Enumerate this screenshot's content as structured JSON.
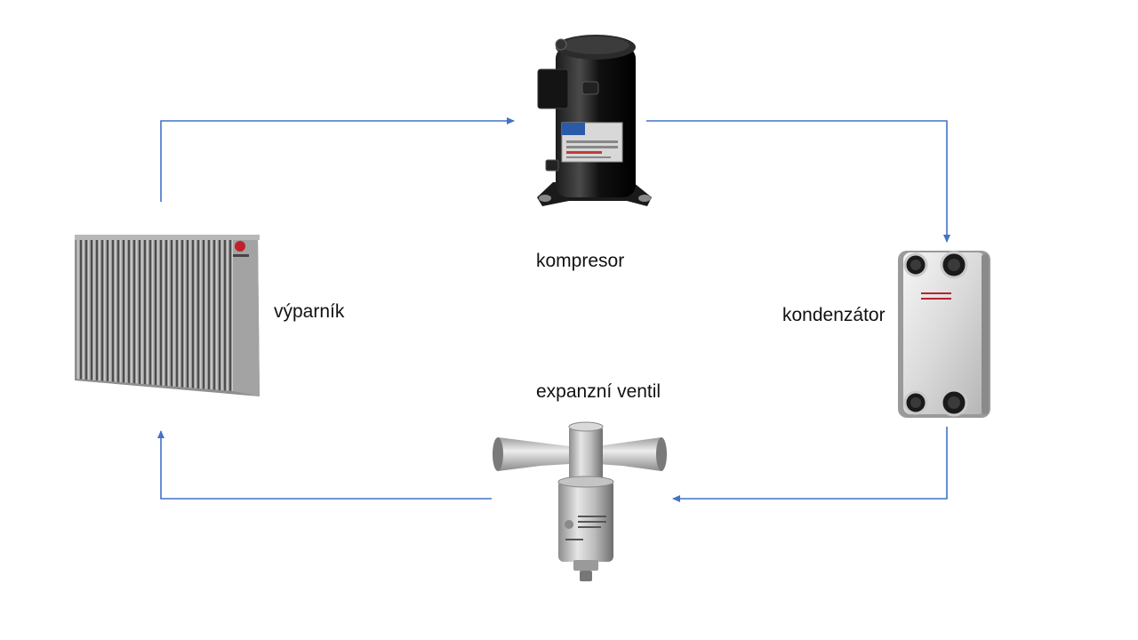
{
  "labels": {
    "compressor": "kompresor",
    "evaporator": "výparník",
    "condenser": "kondenzátor",
    "valve": "expanzní ventil"
  },
  "colors": {
    "arrow": "#4472c4",
    "background": "#ffffff",
    "text": "#111111"
  },
  "icons": {
    "compressor": "scroll-compressor-icon",
    "evaporator": "finned-coil-evaporator-icon",
    "condenser": "plate-heat-exchanger-icon",
    "valve": "electronic-expansion-valve-icon"
  },
  "flow": [
    "evaporator",
    "compressor",
    "condenser",
    "valve",
    "evaporator"
  ]
}
